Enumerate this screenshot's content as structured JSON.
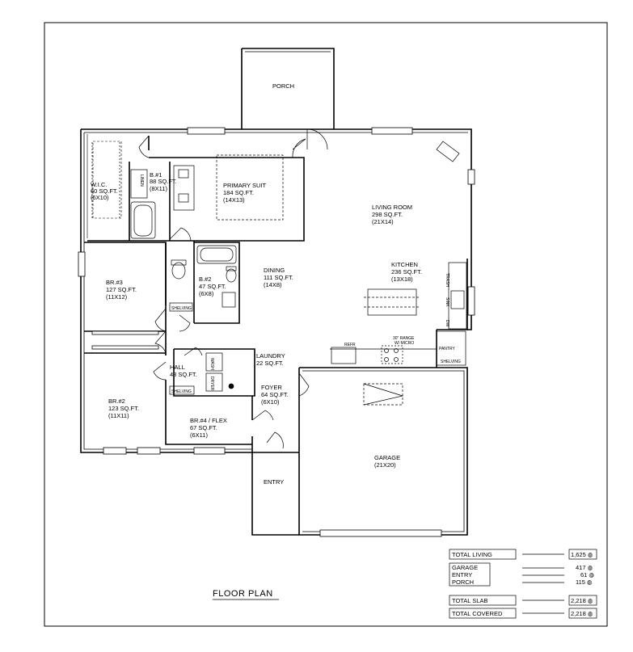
{
  "rooms": {
    "porch": {
      "name": "PORCH"
    },
    "wic": {
      "name": "W.I.C.",
      "area": "60 SQ.FT.",
      "dims": "(6X10)"
    },
    "bath1": {
      "name": "B.#1",
      "area": "88 SQ.FT.",
      "dims": "(8X11)"
    },
    "primary": {
      "name": "PRIMARY SUIT",
      "area": "184 SQ.FT.",
      "dims": "(14X13)"
    },
    "living": {
      "name": "LIVING ROOM",
      "area": "298 SQ.FT.",
      "dims": "(21X14)"
    },
    "br3": {
      "name": "BR.#3",
      "area": "127 SQ.FT.",
      "dims": "(11X12)"
    },
    "bath2": {
      "name": "B.#2",
      "area": "47 SQ.FT.",
      "dims": "(6X8)"
    },
    "dining": {
      "name": "DINING",
      "area": "111 SQ.FT.",
      "dims": "(14X8)"
    },
    "kitchen": {
      "name": "KITCHEN",
      "area": "236 SQ.FT.",
      "dims": "(13X18)"
    },
    "hall": {
      "name": "HALL",
      "area": "48 SQ.FT."
    },
    "laundry": {
      "name": "LAUNDRY",
      "area": "22 SQ.FT."
    },
    "foyer": {
      "name": "FOYER",
      "area": "64 SQ.FT.",
      "dims": "(6X10)"
    },
    "br2": {
      "name": "BR.#2",
      "area": "123 SQ.FT.",
      "dims": "(11X11)"
    },
    "br4": {
      "name": "BR.#4 / FLEX",
      "area": "67 SQ.FT.",
      "dims": "(6X11)"
    },
    "garage": {
      "name": "GARAGE",
      "dims": "(21X20)"
    },
    "entry": {
      "name": "ENTRY"
    }
  },
  "fixtures": {
    "shelving": "SHELVING",
    "pantry": "PANTRY",
    "trash": "TRASH",
    "sink": "SINK",
    "dw": "DW",
    "range": "30\" RANGE",
    "micro": "W/ MICRO",
    "refr": "REFR",
    "wash": "WASH",
    "dryer": "DRYER",
    "linen": "LINEN"
  },
  "plan_title": "FLOOR PLAN",
  "totals": {
    "living": {
      "label": "TOTAL LIVING",
      "value": "1,625 ◍"
    },
    "garage": {
      "label": "GARAGE",
      "value": "417 ◍"
    },
    "entry": {
      "label": "ENTRY",
      "value": "61 ◍"
    },
    "porch": {
      "label": "PORCH",
      "value": "115 ◍"
    },
    "slab": {
      "label": "TOTAL SLAB",
      "value": "2,218 ◍"
    },
    "covered": {
      "label": "TOTAL COVERED",
      "value": "2,218 ◍"
    }
  }
}
